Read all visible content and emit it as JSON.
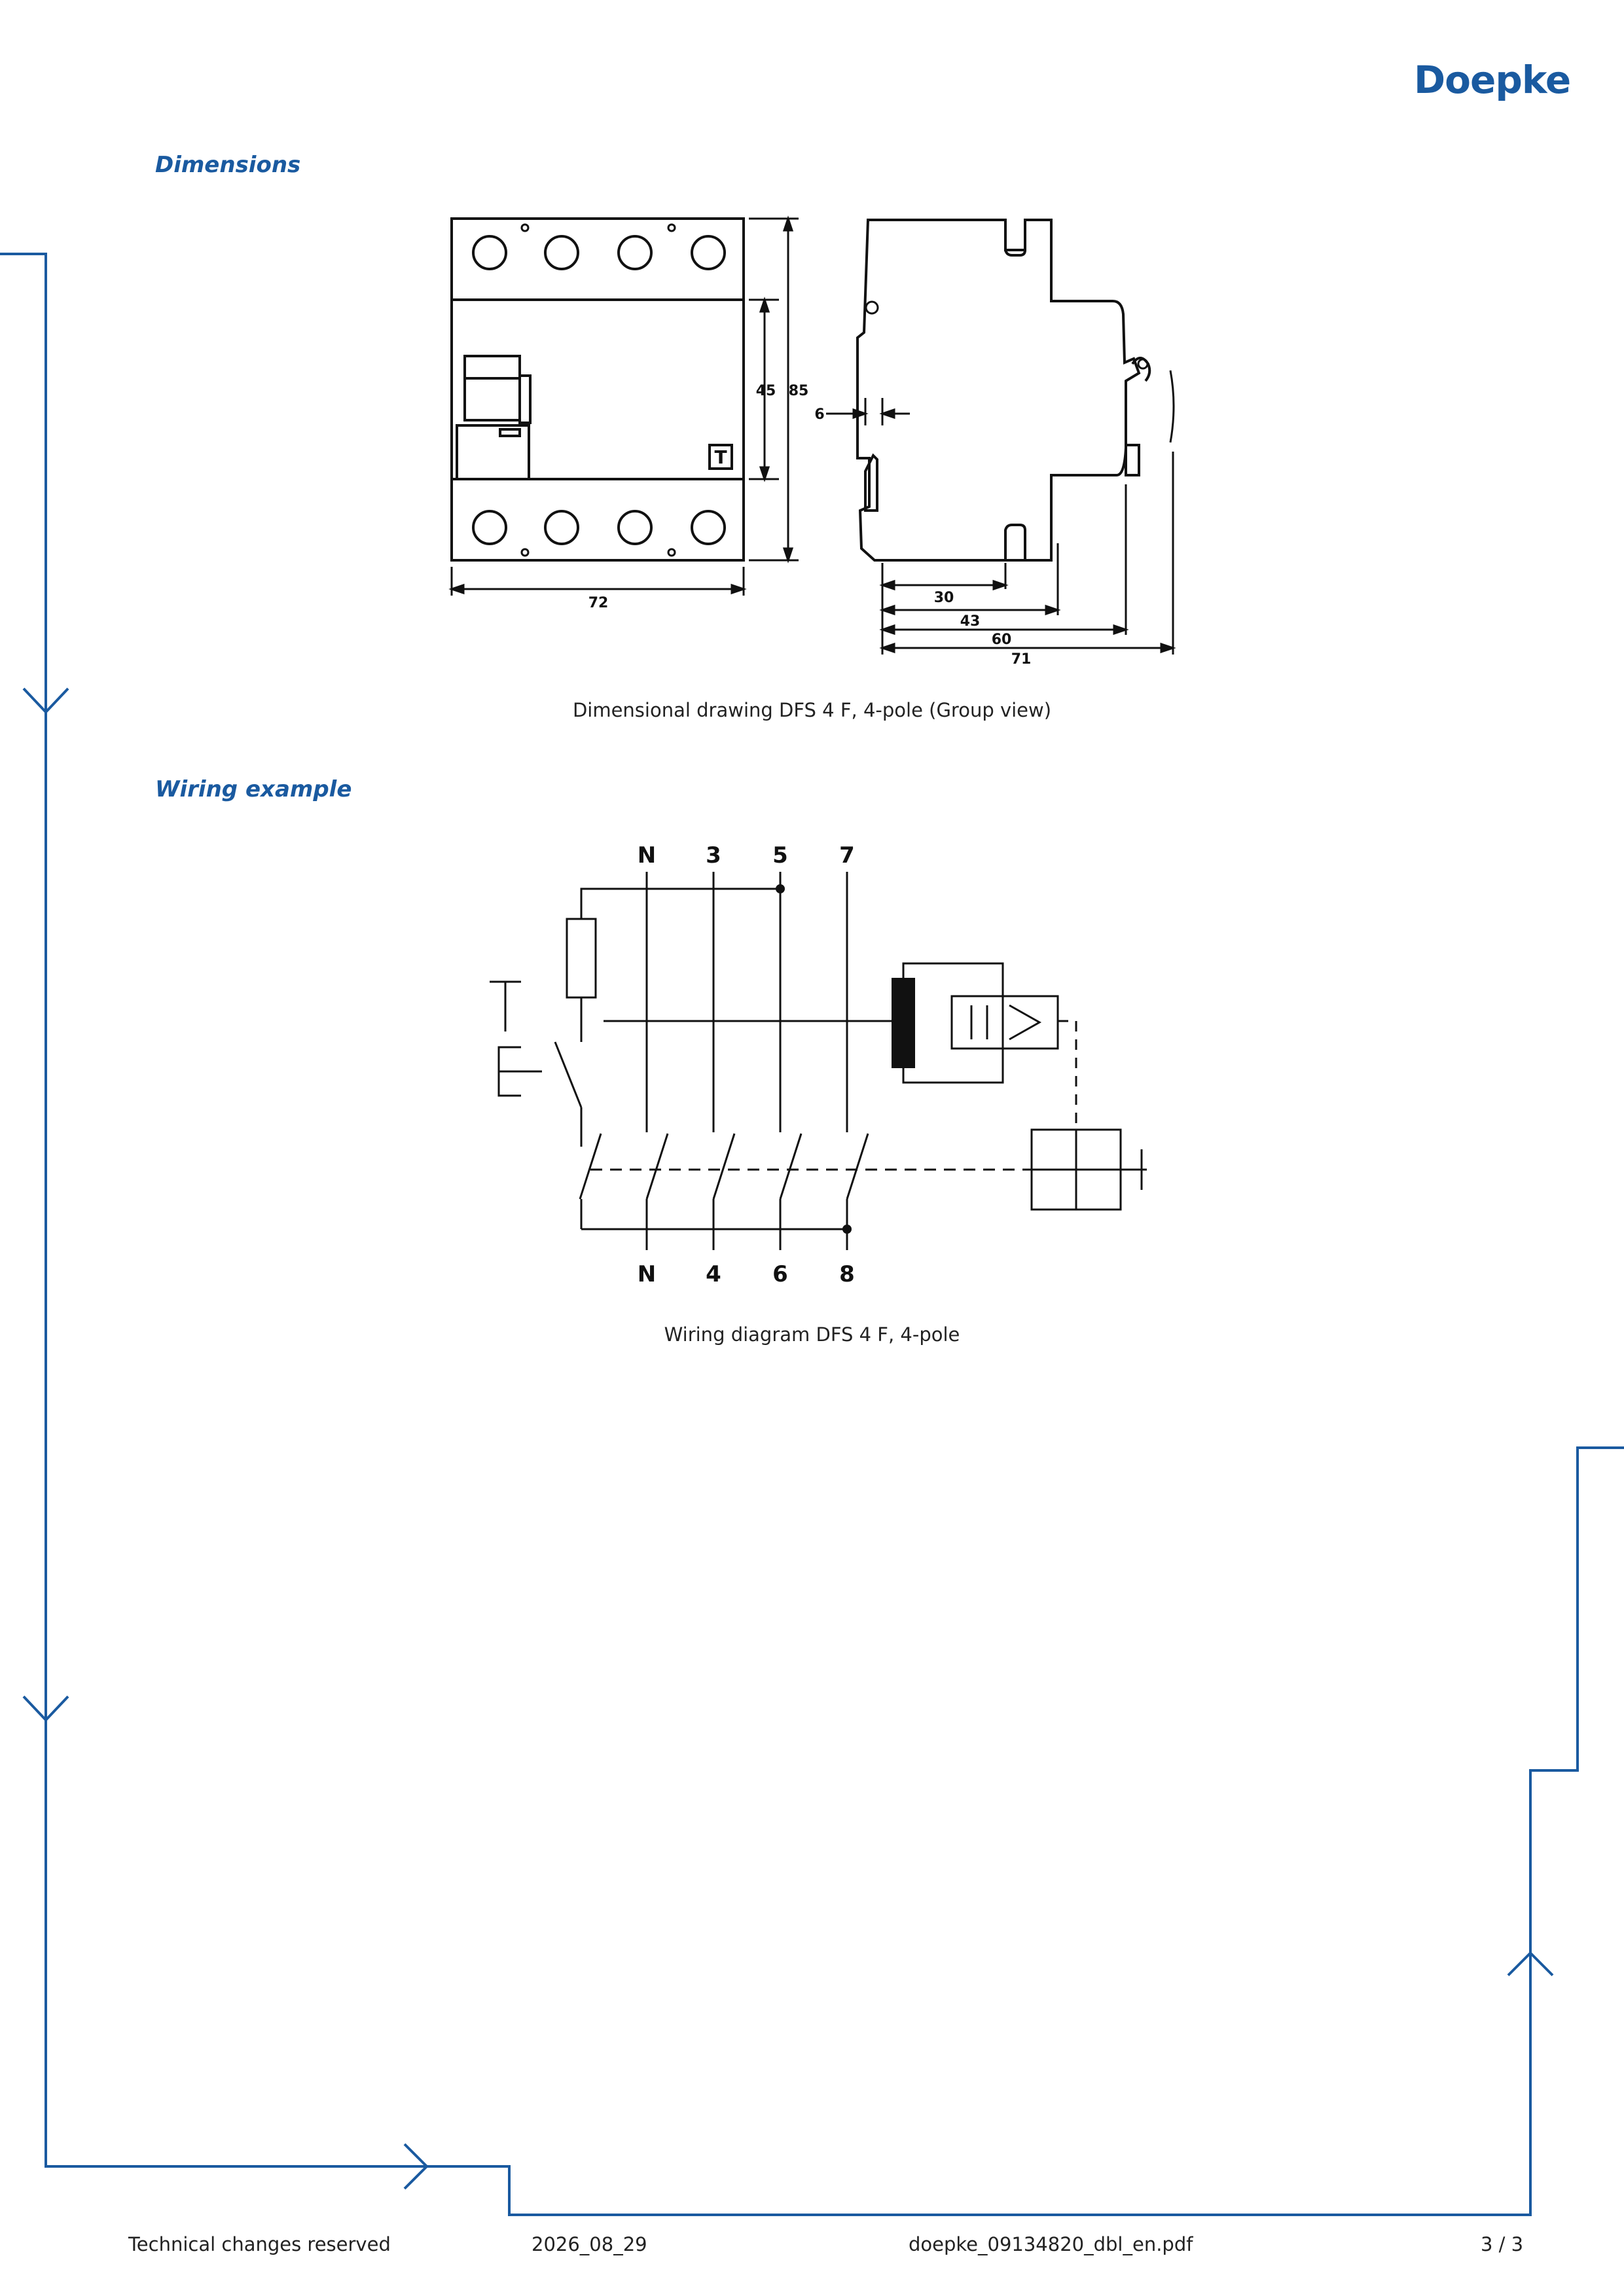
{
  "header": {
    "logo": "Doepke"
  },
  "sections": {
    "dimensions_title": "Dimensions",
    "wiring_title": "Wiring example"
  },
  "dimension_drawing": {
    "caption": "Dimensional drawing DFS 4 F, 4-pole (Group view)",
    "labels": {
      "height_inner": "45",
      "height_total": "85",
      "width": "72",
      "rail_offset": "6",
      "depth_30": "30",
      "depth_43": "43",
      "depth_60": "60",
      "depth_71": "71",
      "test_button": "T"
    }
  },
  "wiring_diagram": {
    "caption": "Wiring diagram DFS 4 F, 4-pole",
    "top_terminals": [
      "N",
      "3",
      "5",
      "7"
    ],
    "bottom_terminals": [
      "N",
      "4",
      "6",
      "8"
    ]
  },
  "footer": {
    "note": "Technical changes reserved",
    "date": "2026_08_29",
    "filename": "doepke_09134820_dbl_en.pdf",
    "page": "3 / 3"
  },
  "colors": {
    "brand": "#1a5aa0",
    "line": "#1a5aa0",
    "ink": "#111111"
  }
}
